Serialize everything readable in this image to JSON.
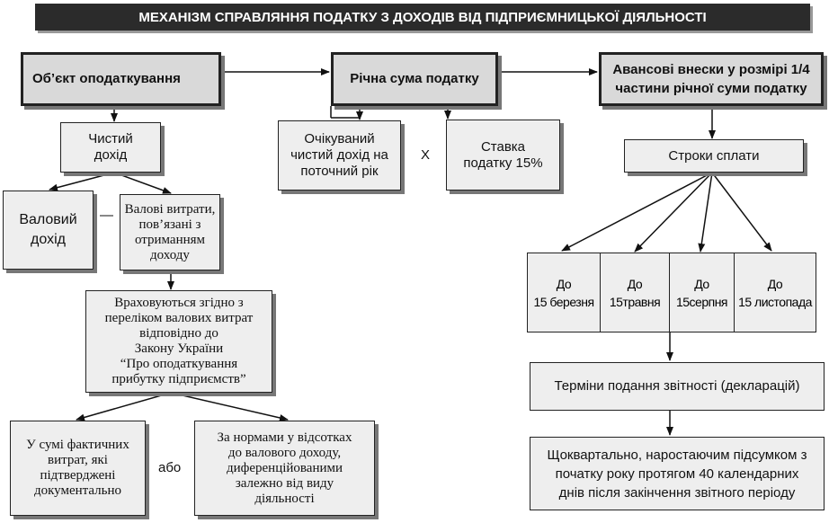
{
  "title": "МЕХАНІЗМ СПРАВЛЯННЯ ПОДАТКУ З ДОХОДІВ ВІД ПІДПРИЄМНИЦЬКОЇ ДІЯЛЬНОСТІ",
  "headers": {
    "object": "Об’єкт оподаткування",
    "annual_sum": "Річна сума податку",
    "advance": "Авансові внески у розмірі 1/4\nчастини річної суми податку"
  },
  "left": {
    "net_income": "Чистий\nдохід",
    "gross_income": "Валовий\nдохід",
    "minus": "—",
    "gross_expenses": "Валові витрати,\nпов’язані з\nотриманням\nдоходу",
    "law_note": "Враховуються згідно з\nпереліком валових витрат\nвідповідно до\nЗакону України\n“Про оподаткування\nприбутку підприємств”",
    "actual_costs": "У сумі фактичних\nвитрат, які\nпідтверджені\nдокументально",
    "or": "або",
    "norms": "За нормами у відсотках\nдо валового доходу,\nдиференційованими\nзалежно від виду\nдіяльності"
  },
  "middle": {
    "expected_income": "Очікуваний\nчистий дохід на\nпоточний рік",
    "times": "X",
    "rate": "Ставка\nподатку 15%"
  },
  "right": {
    "payment_terms": "Строки сплати",
    "dates": [
      "До\n15 березня",
      "До\n15травня",
      "До\n15серпня",
      "До\n15 листопада"
    ],
    "report_terms": "Терміни подання звітності (декларацій)",
    "quarterly": "Щоквартально, наростаючим підсумком з\nпочатку року протягом 40 календарних\nднів після закінчення звітного періоду"
  }
}
